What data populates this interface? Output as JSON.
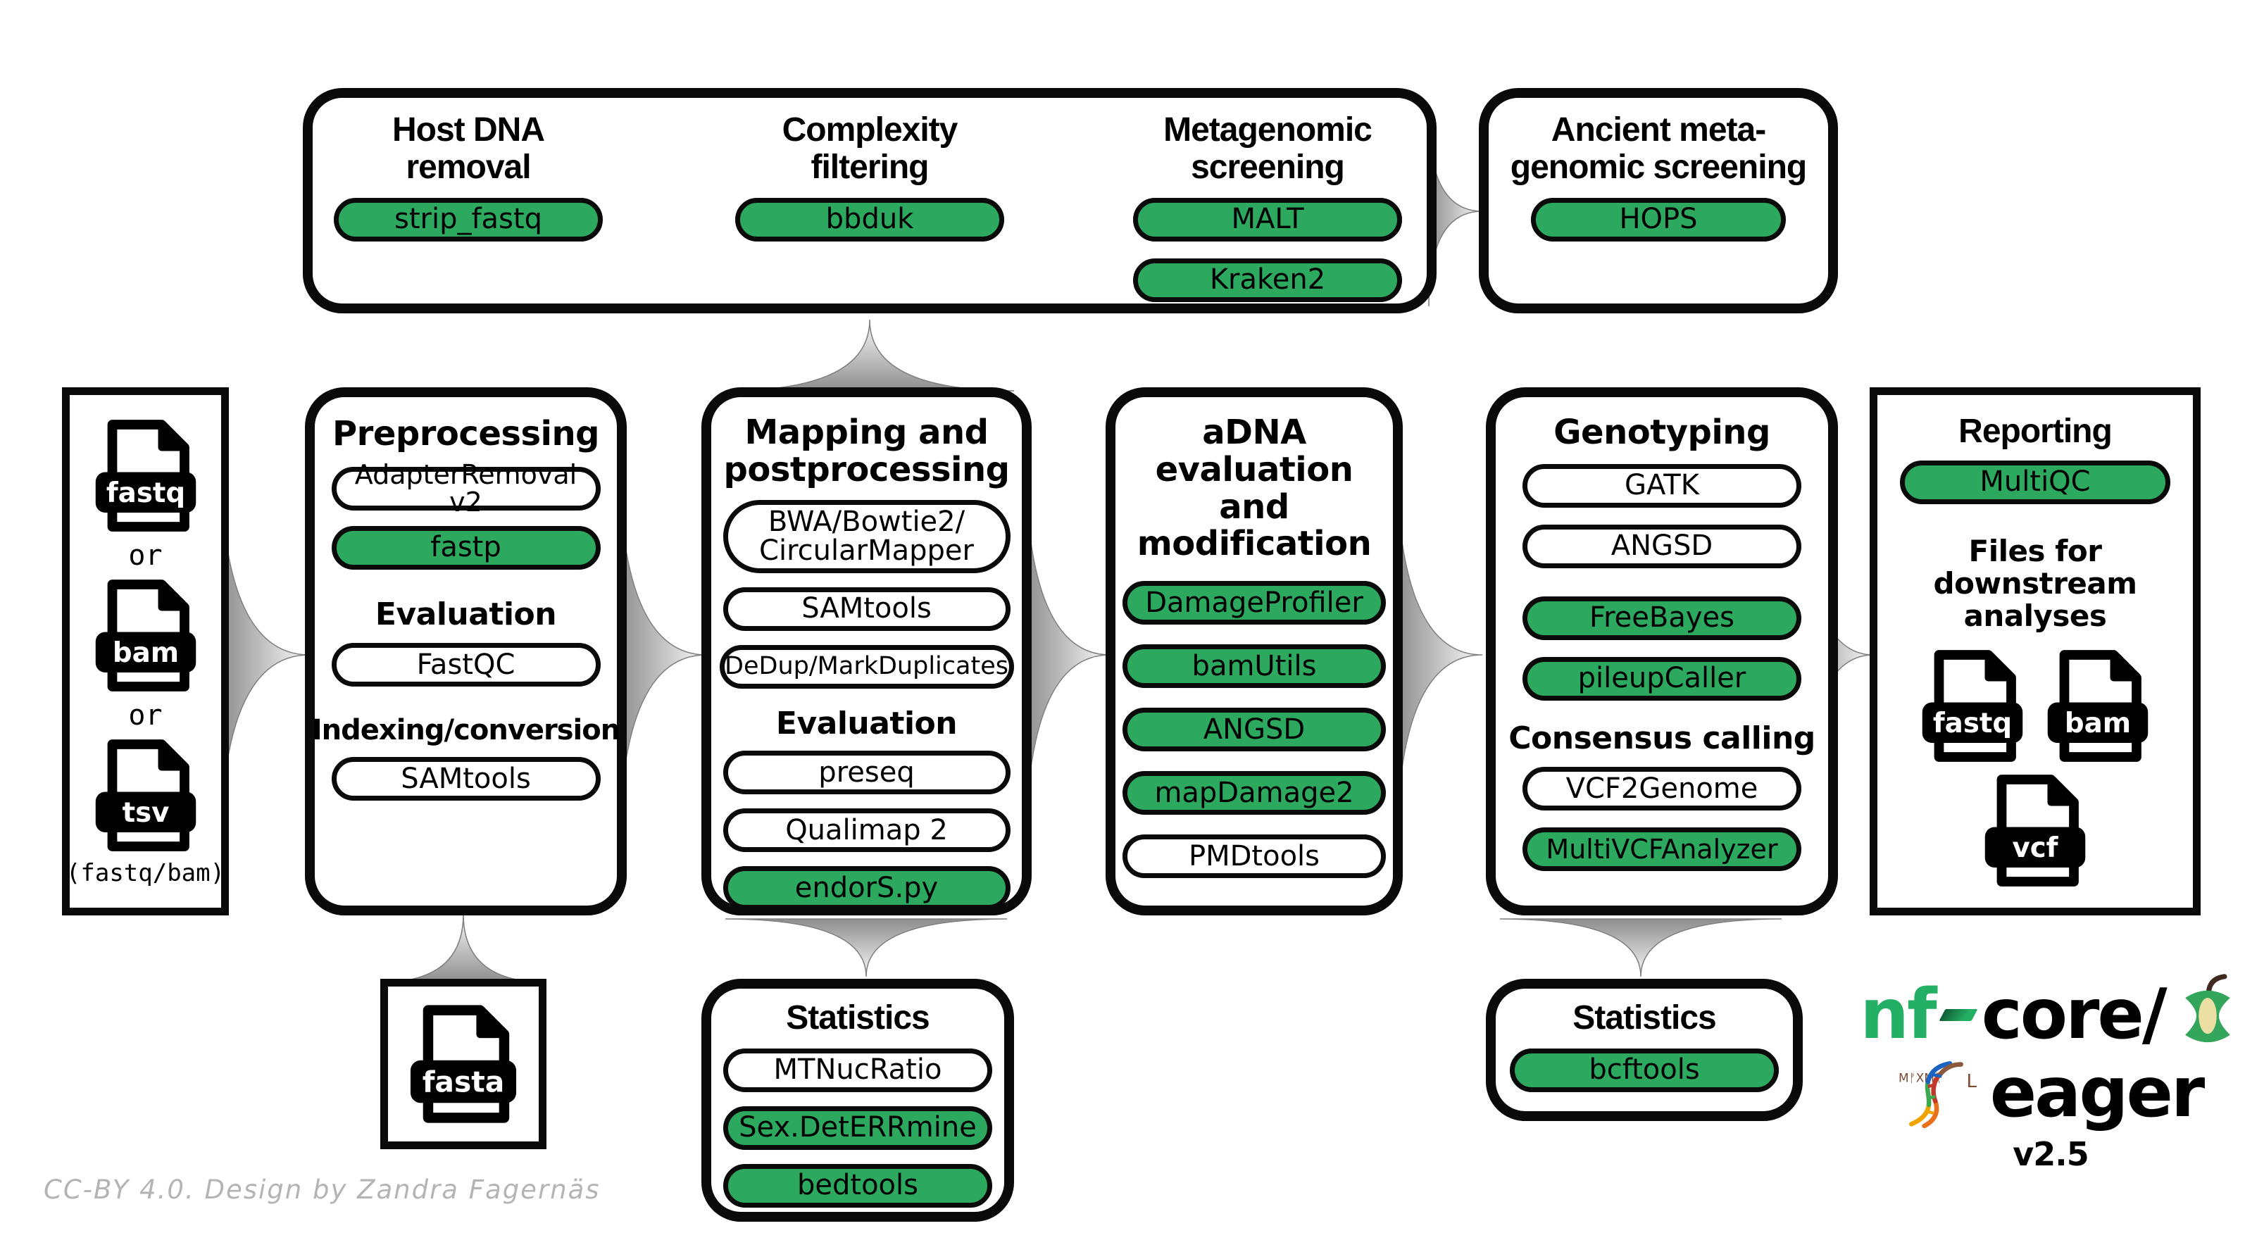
{
  "diagram": {
    "credit": "CC-BY 4.0. Design by Zandra Fagernäs"
  },
  "colors": {
    "pill_green": "#2CA85F",
    "pill_white": "#FFFFFF",
    "border_black": "#0A0A0A",
    "arrow_gray_dark": "#8D8D8D",
    "arrow_gray_light": "#FAFAFA",
    "credit_gray": "#B4B4B4",
    "logo_green": "#24B064",
    "apple_green": "#33A65C",
    "apple_core_cream": "#EBDFA4",
    "stem_brown": "#3E2A20"
  },
  "top_row": {
    "host_dna": {
      "title_line1": "Host DNA",
      "title_line2": "removal",
      "tool": "strip_fastq"
    },
    "complexity": {
      "title_line1": "Complexity",
      "title_line2": "filtering",
      "tool": "bbduk"
    },
    "metagenomic": {
      "title_line1": "Metagenomic",
      "title_line2": "screening",
      "tool1": "MALT",
      "tool2": "Kraken2"
    },
    "ancient": {
      "title_line1": "Ancient meta-",
      "title_line2": "genomic screening",
      "tool": "HOPS"
    }
  },
  "input": {
    "file1": "fastq",
    "or1": "or",
    "file2": "bam",
    "or2": "or",
    "file3": "tsv",
    "note": "(fastq/bam)"
  },
  "preprocessing": {
    "title": "Preprocessing",
    "tool1": "AdapterRemoval v2",
    "tool2": "fastp",
    "sub1": "Evaluation",
    "tool3": "FastQC",
    "sub2": "Indexing/conversion",
    "tool4": "SAMtools"
  },
  "mapping": {
    "title_line1": "Mapping and",
    "title_line2": "postprocessing",
    "tool1_line1": "BWA/Bowtie2/",
    "tool1_line2": "CircularMapper",
    "tool2": "SAMtools",
    "tool3": "DeDup/MarkDuplicates",
    "sub": "Evaluation",
    "tool4": "preseq",
    "tool5": "Qualimap 2",
    "tool6": "endorS.py"
  },
  "adna": {
    "title_line1": "aDNA evaluation",
    "title_line2": "and modification",
    "tool1": "DamageProfiler",
    "tool2": "bamUtils",
    "tool3": "ANGSD",
    "tool4": "mapDamage2",
    "tool5": "PMDtools"
  },
  "genotyping": {
    "title": "Genotyping",
    "tool1": "GATK",
    "tool2": "ANGSD",
    "tool3": "FreeBayes",
    "tool4": "pileupCaller",
    "sub": "Consensus calling",
    "tool5": "VCF2Genome",
    "tool6": "MultiVCFAnalyzer"
  },
  "reporting": {
    "title": "Reporting",
    "tool1": "MultiQC",
    "sub_line1": "Files for downstream",
    "sub_line2": "analyses",
    "file1": "fastq",
    "file2": "bam",
    "file3": "vcf"
  },
  "reference": {
    "file": "fasta"
  },
  "stats_mapping": {
    "title": "Statistics",
    "tool1": "MTNucRatio",
    "tool2": "Sex.DetERRmine",
    "tool3": "bedtools"
  },
  "stats_genotyping": {
    "title": "Statistics",
    "tool1": "bcftools"
  },
  "logo": {
    "nf": "nf",
    "core": "core/",
    "eager": "eager",
    "version": "v2.5",
    "rune_text": "MᚠXMᚱ",
    "rune_mark": "L"
  }
}
